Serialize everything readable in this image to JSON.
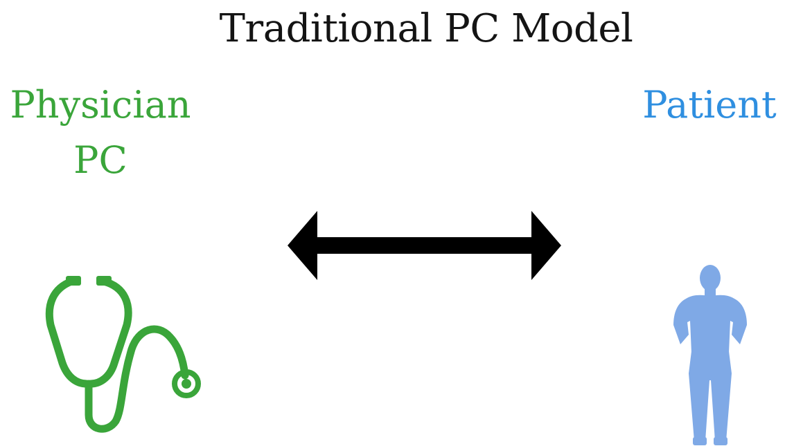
{
  "diagram": {
    "title": "Traditional PC Model",
    "physician": {
      "lines": [
        "Physician",
        "PC"
      ],
      "color": "#3aa53a",
      "icon": "stethoscope-icon"
    },
    "patient": {
      "lines": [
        "Patient"
      ],
      "color": "#2f8fe0",
      "icon": "person-icon"
    },
    "connector": {
      "type": "double-headed-arrow",
      "color": "#000000"
    }
  }
}
